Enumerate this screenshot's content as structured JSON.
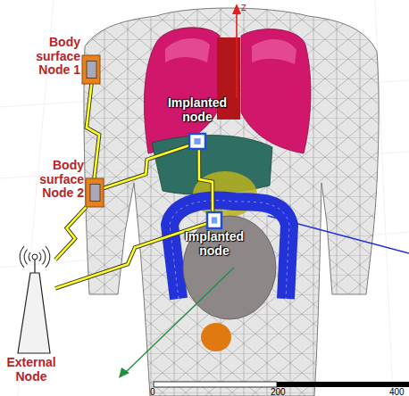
{
  "diagram": {
    "nodes": [
      {
        "text": [
          "Body surface Node 1"
        ]
      },
      {
        "text": [
          "Implanted node"
        ]
      },
      {
        "text": [
          "Body surface Node 2"
        ]
      },
      {
        "text": [
          "Implanted node"
        ]
      },
      {
        "text": [
          "External Node"
        ]
      }
    ],
    "edges": [
      {
        "from": 0,
        "to": 2,
        "arrow": "none"
      },
      {
        "from": 2,
        "to": 1,
        "arrow": "none"
      },
      {
        "from": 1,
        "to": 3,
        "arrow": "none"
      },
      {
        "from": 2,
        "to": 4,
        "arrow": "none"
      },
      {
        "from": 4,
        "to": 3,
        "arrow": "none"
      }
    ],
    "labels": [
      "z",
      "0",
      "200",
      "400"
    ]
  }
}
